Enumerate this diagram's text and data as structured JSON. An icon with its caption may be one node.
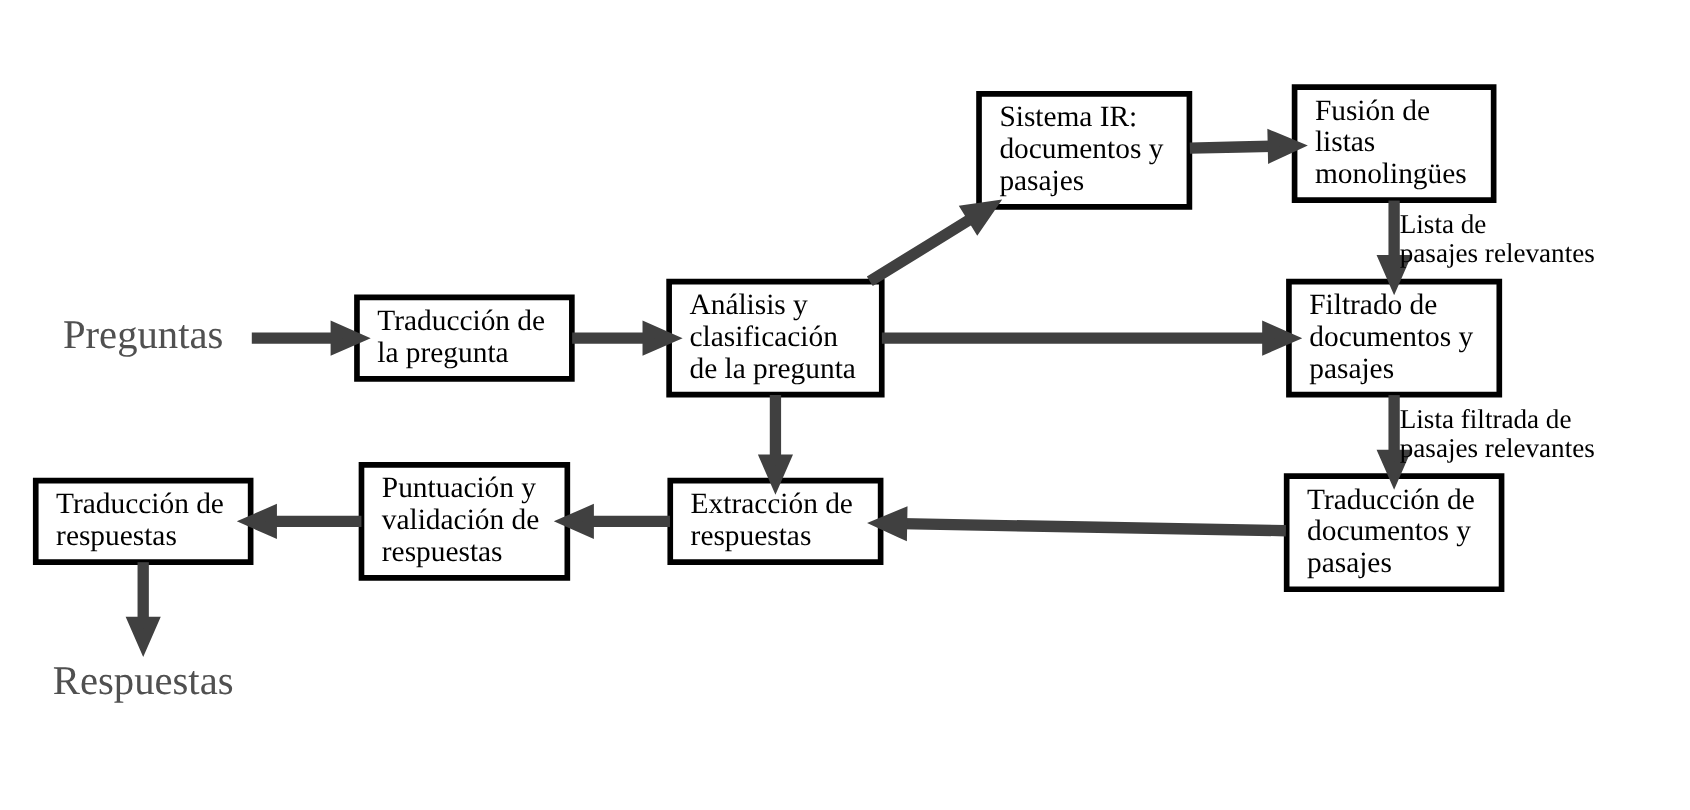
{
  "diagram": {
    "nodes": [
      {
        "text": [
          "Preguntas"
        ]
      },
      {
        "text": [
          "Traducción de la pregunta"
        ]
      },
      {
        "text": [
          "Análisis y clasificación de la pregunta"
        ]
      },
      {
        "text": [
          "Sistema IR: documentos y pasajes"
        ]
      },
      {
        "text": [
          "Fusión de listas monolingües"
        ]
      },
      {
        "text": [
          "Filtrado de documentos y pasajes"
        ]
      },
      {
        "text": [
          "Traducción de documentos y pasajes"
        ]
      },
      {
        "text": [
          "Extracción de respuestas"
        ]
      },
      {
        "text": [
          "Puntuación y validación de respuestas"
        ]
      },
      {
        "text": [
          "Traducción de respuestas"
        ]
      },
      {
        "text": [
          "Respuestas"
        ]
      }
    ],
    "edges": [
      {
        "from": 0,
        "to": 1,
        "arrow": "to"
      },
      {
        "from": 1,
        "to": 2,
        "arrow": "to"
      },
      {
        "from": 2,
        "to": 3,
        "arrow": "to"
      },
      {
        "from": 3,
        "to": 4,
        "arrow": "to"
      },
      {
        "from": 4,
        "to": 5,
        "arrow": "to",
        "label": "Lista de pasajes relevantes"
      },
      {
        "from": 2,
        "to": 5,
        "arrow": "to"
      },
      {
        "from": 2,
        "to": 7,
        "arrow": "to"
      },
      {
        "from": 5,
        "to": 6,
        "arrow": "to",
        "label": "Lista filtrada de pasajes relevantes"
      },
      {
        "from": 6,
        "to": 7,
        "arrow": "to"
      },
      {
        "from": 7,
        "to": 8,
        "arrow": "to"
      },
      {
        "from": 8,
        "to": 9,
        "arrow": "to"
      },
      {
        "from": 9,
        "to": 10,
        "arrow": "to"
      }
    ]
  }
}
